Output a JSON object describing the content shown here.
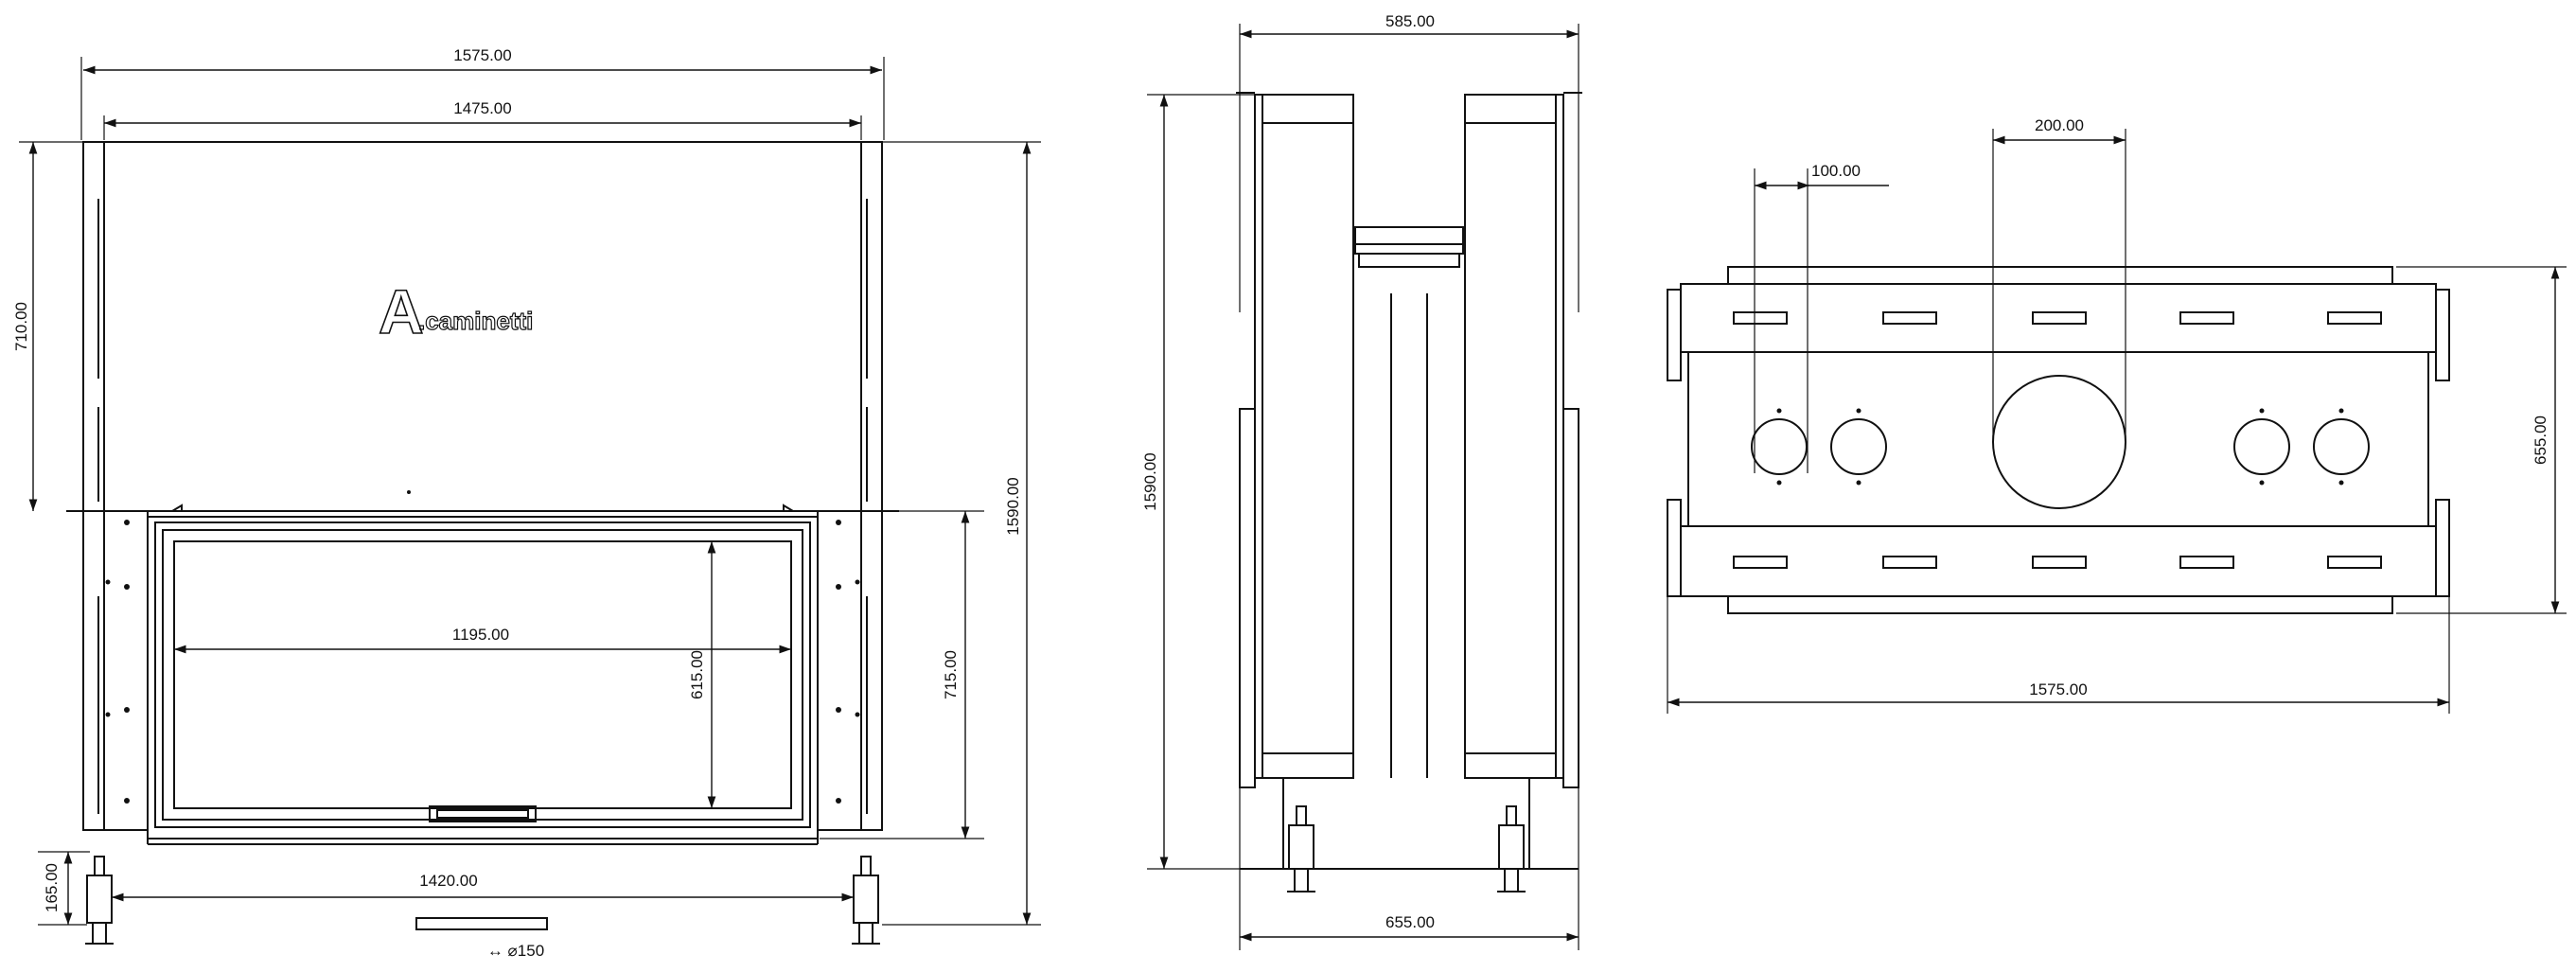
{
  "brand": {
    "logo_letter": "A",
    "logo_word": ".caminetti"
  },
  "front_view": {
    "overall_width": "1575.00",
    "inner_width": "1475.00",
    "hood_height": "710.00",
    "total_height": "1590.00",
    "glass_width": "1195.00",
    "glass_height": "615.00",
    "opening_height": "715.00",
    "base_height": "165.00",
    "feet_spacing": "1420.00",
    "outlet_note": "↔ ⌀150"
  },
  "side_view": {
    "depth_top": "585.00",
    "height": "1590.00",
    "depth_bottom": "655.00"
  },
  "top_view": {
    "small_spacing": "100.00",
    "flue_diameter": "200.00",
    "depth": "655.00",
    "width": "1575.00"
  }
}
